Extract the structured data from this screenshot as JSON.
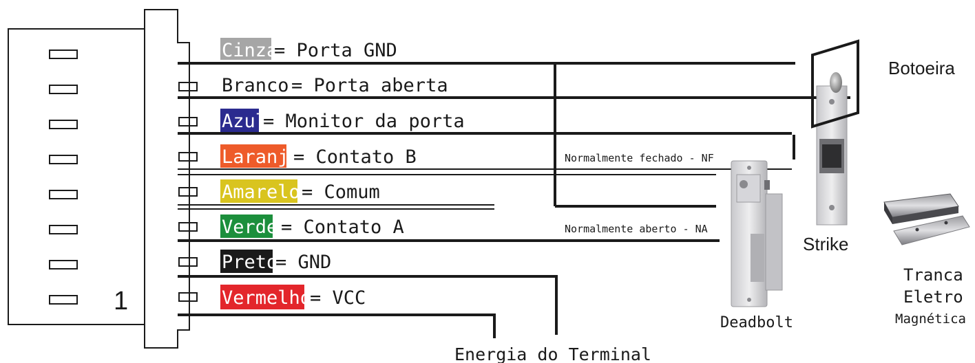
{
  "pin_number": "1",
  "wires": [
    {
      "color_name": "Cinza",
      "desc": "= Porta GND",
      "bg": "#a6a6a6"
    },
    {
      "color_name": "Branco",
      "desc": "= Porta aberta",
      "bg": ""
    },
    {
      "color_name": "Azul",
      "desc": "= Monitor da porta",
      "bg": "#2b2b8f"
    },
    {
      "color_name": "Laranja",
      "desc": "= Contato B",
      "bg": "#ee5b2a"
    },
    {
      "color_name": "Amarelo",
      "desc": "= Comum",
      "bg": "#d9c41f"
    },
    {
      "color_name": "Verde",
      "desc": "= Contato A",
      "bg": "#1c8f3c"
    },
    {
      "color_name": "Preto",
      "desc": "= GND",
      "bg": "#1a1a1a"
    },
    {
      "color_name": "Vermelho",
      "desc": "= VCC",
      "bg": "#e3262b"
    }
  ],
  "annotations": {
    "nf": "Normalmente fechado - NF",
    "na": "Normalmente aberto - NA",
    "power": "Energia do Terminal"
  },
  "devices": {
    "botoeira": "Botoeira",
    "strike": "Strike",
    "deadbolt": "Deadbolt",
    "tranca_1": "Tranca",
    "tranca_2": "Eletro",
    "tranca_3": "Magnética"
  }
}
